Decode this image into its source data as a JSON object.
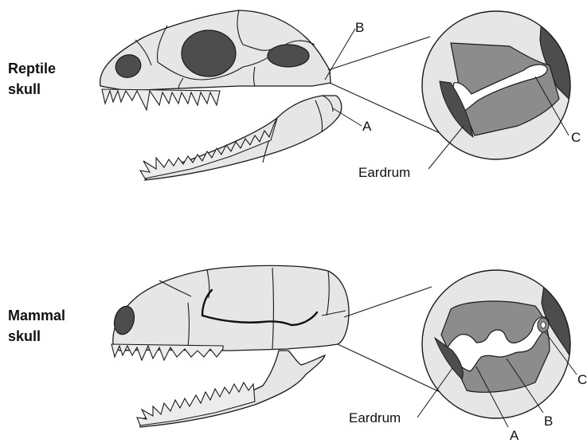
{
  "colors": {
    "bone": "#e6e6e6",
    "bone_dark": "#8c8c8c",
    "opening": "#4d4d4d",
    "tooth": "#ececec",
    "line": "#1a1a1a",
    "background": "#ffffff"
  },
  "reptile": {
    "title_line1": "Reptile",
    "title_line2": "skull",
    "label_b": "B",
    "label_a": "A",
    "label_c": "C",
    "label_eardrum": "Eardrum"
  },
  "mammal": {
    "title_line1": "Mammal",
    "title_line2": "skull",
    "label_eardrum": "Eardrum",
    "label_a": "A",
    "label_b": "B",
    "label_c": "C"
  }
}
